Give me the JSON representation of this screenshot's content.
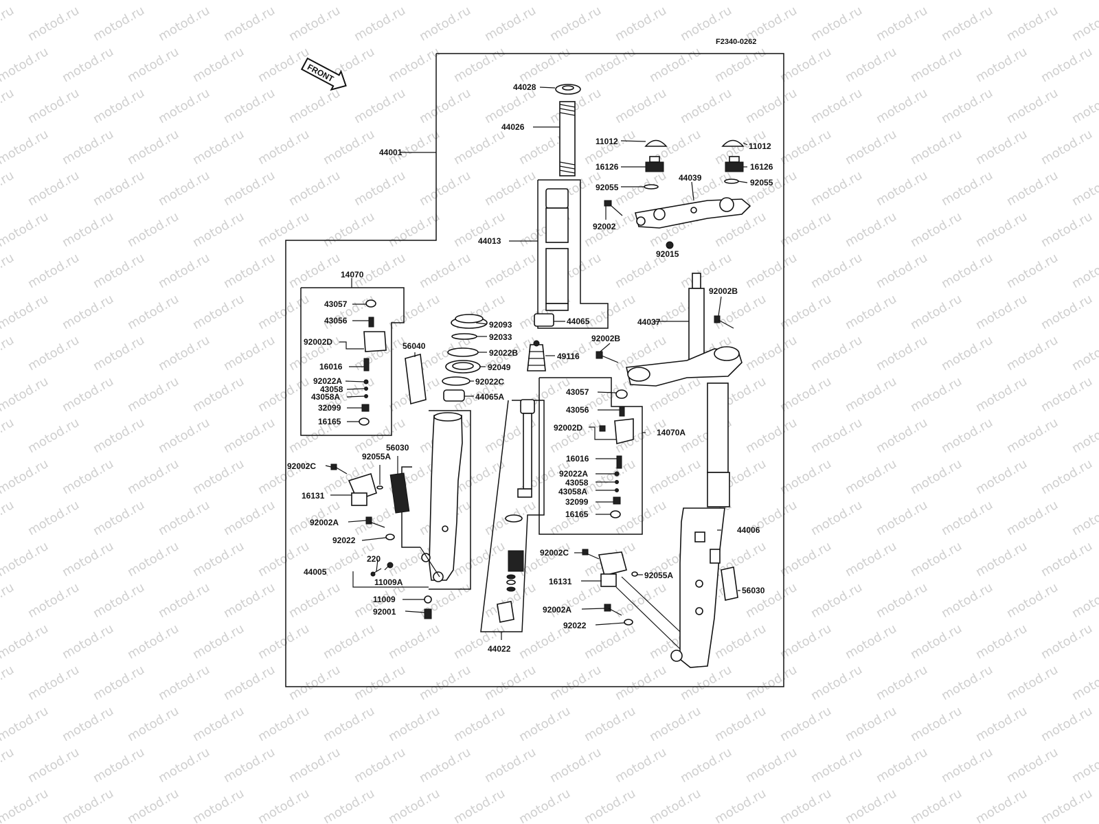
{
  "diagram": {
    "reference_code": "F2340-0262",
    "front_label": "FRONT",
    "watermark_text": "motod.ru",
    "ink_color": "#111111",
    "background_color": "#ffffff",
    "watermark_color": "#cfcfcf",
    "part_labels": {
      "p44028": "44028",
      "p44026": "44026",
      "p44001": "44001",
      "p11012_l": "11012",
      "p11012_r": "11012",
      "p16126_l": "16126",
      "p16126_r": "16126",
      "p92055_l": "92055",
      "p92055_r": "92055",
      "p44039": "44039",
      "p92002": "92002",
      "p92015": "92015",
      "p44013": "44013",
      "p44065": "44065",
      "p92002B_a": "92002B",
      "p44037": "44037",
      "p92002B_b": "92002B",
      "p14070": "14070",
      "p43057_l": "43057",
      "p43056_l": "43056",
      "p92002D_l": "92002D",
      "p16016_l": "16016",
      "p92022A_l": "92022A",
      "p43058_l": "43058",
      "p43058A_l": "43058A",
      "p32099_l": "32099",
      "p16165_l": "16165",
      "p56040": "56040",
      "p92093": "92093",
      "p92033": "92033",
      "p92022B": "92022B",
      "p92049": "92049",
      "p92022C": "92022C",
      "p44065A": "44065A",
      "p49116": "49116",
      "p43057_r": "43057",
      "p43056_r": "43056",
      "p92002D_r": "92002D",
      "p14070A": "14070A",
      "p16016_r": "16016",
      "p92022A_r": "92022A",
      "p43058_r": "43058",
      "p43058A_r": "43058A",
      "p32099_r": "32099",
      "p16165_r": "16165",
      "p56030_l": "56030",
      "p92055A_l": "92055A",
      "p92002C_l": "92002C",
      "p16131_l": "16131",
      "p92002A_l": "92002A",
      "p92022_l": "92022",
      "p220": "220",
      "p44005": "44005",
      "p11009A": "11009A",
      "p11009": "11009",
      "p92001": "92001",
      "p44022": "44022",
      "p44006": "44006",
      "p92002C_r": "92002C",
      "p92055A_r": "92055A",
      "p16131_r": "16131",
      "p56030_r": "56030",
      "p92002A_r": "92002A",
      "p92022_r": "92022"
    }
  }
}
